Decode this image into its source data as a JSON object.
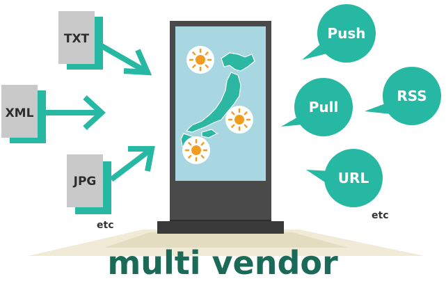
{
  "inputs": [
    {
      "label": "TXT"
    },
    {
      "label": "XML"
    },
    {
      "label": "JPG"
    }
  ],
  "inputs_etc": "etc",
  "outputs": [
    {
      "label": "Push"
    },
    {
      "label": "Pull"
    },
    {
      "label": "RSS"
    },
    {
      "label": "URL"
    }
  ],
  "outputs_etc": "etc",
  "footer": {
    "title": "multi vendor"
  },
  "colors": {
    "accent": "#26b8a3",
    "file_card": "#c9c9c9",
    "kiosk_body": "#4a4a4a",
    "screen": "#a9d7e1",
    "map": "#2bb7a2",
    "sun": "#f39b1f",
    "title": "#1a6a57"
  },
  "icons": {
    "sun": "sun-icon",
    "arrow": "arrow-icon",
    "map": "japan-map-icon"
  }
}
